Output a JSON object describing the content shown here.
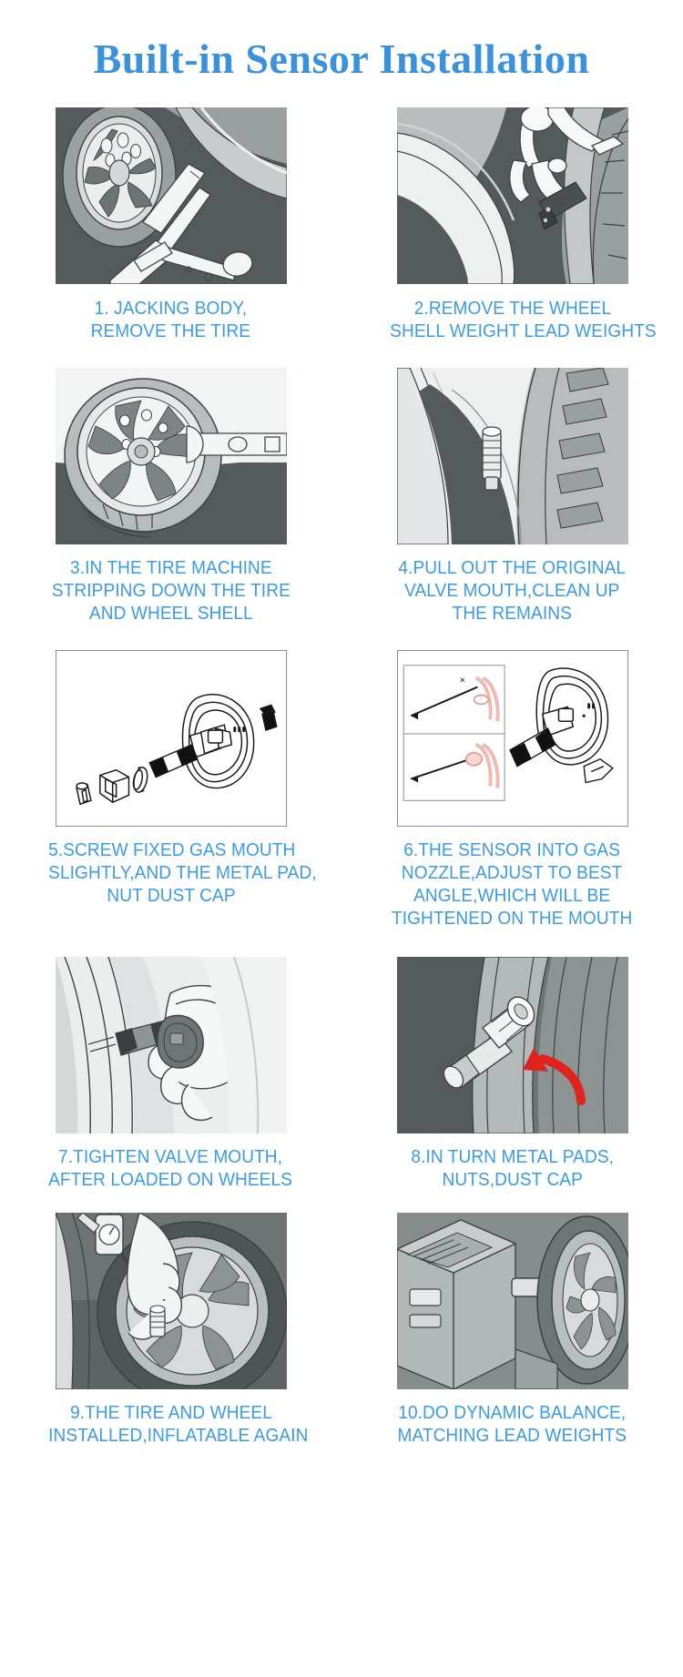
{
  "page": {
    "title": "Built-in Sensor Installation",
    "title_color": "#3a92de",
    "caption_color": "#3a9bea",
    "background": "#ffffff"
  },
  "steps": [
    {
      "number": "1",
      "image_name": "jacking-car-body-illustration",
      "style": "photo",
      "lines": [
        "1. JACKING BODY,",
        "REMOVE THE TIRE"
      ]
    },
    {
      "number": "2",
      "image_name": "removing-lead-weights-pliers-illustration",
      "style": "photo",
      "lines": [
        "2.REMOVE THE WHEEL",
        "SHELL WEIGHT LEAD WEIGHTS"
      ]
    },
    {
      "number": "3",
      "image_name": "tire-machine-stripping-illustration",
      "style": "photo",
      "lines": [
        "3.IN THE TIRE MACHINE",
        "STRIPPING DOWN THE TIRE",
        "AND WHEEL SHELL"
      ]
    },
    {
      "number": "4",
      "image_name": "pull-out-original-valve-illustration",
      "style": "photo",
      "lines": [
        "4.PULL OUT THE ORIGINAL",
        "VALVE MOUTH,CLEAN UP",
        "THE REMAINS"
      ]
    },
    {
      "number": "5",
      "image_name": "sensor-exploded-parts-diagram",
      "style": "line",
      "lines": [
        "5.SCREW FIXED GAS MOUTH",
        "SLIGHTLY,AND THE METAL PAD,",
        "NUT DUST CAP"
      ]
    },
    {
      "number": "6",
      "image_name": "sensor-angle-adjustment-diagram",
      "style": "line",
      "lines": [
        "6.THE SENSOR INTO GAS",
        "NOZZLE,ADJUST TO BEST",
        "ANGLE,WHICH WILL BE",
        "TIGHTENED ON THE MOUTH"
      ]
    },
    {
      "number": "7",
      "image_name": "tighten-valve-mouth-by-hand-illustration",
      "style": "photo",
      "lines": [
        "7.TIGHTEN VALVE MOUTH,",
        "AFTER LOADED ON WHEELS"
      ]
    },
    {
      "number": "8",
      "image_name": "metal-pads-nuts-dust-cap-illustration",
      "style": "photo",
      "lines": [
        "8.IN TURN METAL PADS,",
        "NUTS,DUST CAP"
      ]
    },
    {
      "number": "9",
      "image_name": "inflating-tire-illustration",
      "style": "photo",
      "lines": [
        "9.THE TIRE AND WHEEL",
        "INSTALLED,INFLATABLE AGAIN"
      ]
    },
    {
      "number": "10",
      "image_name": "dynamic-balance-machine-illustration",
      "style": "photo",
      "lines": [
        "10.DO DYNAMIC BALANCE,",
        "MATCHING LEAD WEIGHTS"
      ]
    }
  ],
  "annotations": {
    "step6_wrong_mark": "×",
    "step8_arrow": "red-curved-arrow"
  },
  "palette": {
    "dark_gray": "#555b5c",
    "mid_gray": "#9aa0a0",
    "light_gray": "#d8dcdc",
    "near_white": "#f1f3f3",
    "outline": "#3d4344",
    "red_arrow": "#e0231c"
  }
}
